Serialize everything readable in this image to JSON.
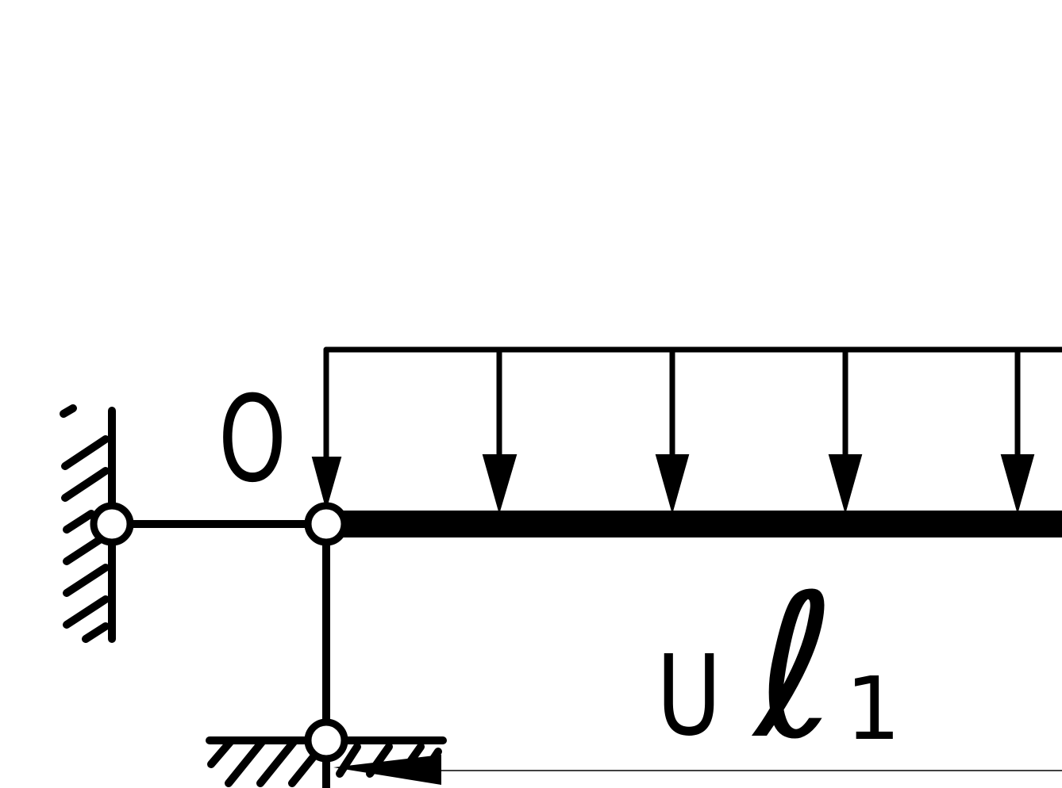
{
  "labels": {
    "point_o": "O",
    "length_prefix": "U",
    "length_symbol": "ℓ",
    "length_subscript": "1"
  },
  "colors": {
    "ink": "#000000",
    "background": "#ffffff"
  },
  "icons": {
    "wall_support": "wall-support-icon",
    "ground_support": "ground-support-icon",
    "hinge": "hinge-icon",
    "load_arrow": "down-arrow-icon"
  }
}
